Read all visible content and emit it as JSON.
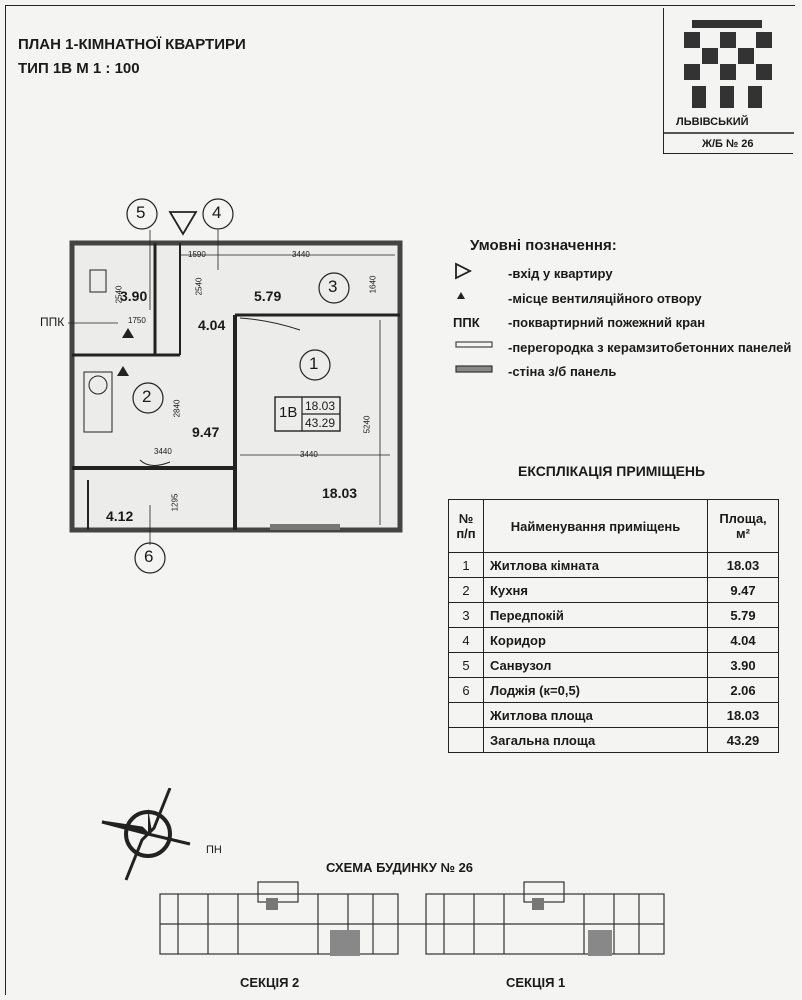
{
  "header": {
    "title": "ПЛАН 1-КІМНАТНОЇ КВАРТИРИ",
    "subtitle": "ТИП 1В   М 1 : 100"
  },
  "stamp": {
    "name": "ЛЬВІВСЬКИЙ",
    "code": "Ж/Б № 26"
  },
  "plan": {
    "axes": [
      "5",
      "4",
      "3",
      "2",
      "1",
      "6"
    ],
    "dims": [
      "1590",
      "3440",
      "2540",
      "2540",
      "1640",
      "1750",
      "2840",
      "5240",
      "3440",
      "3440",
      "1295"
    ],
    "areas": [
      "3.90",
      "5.79",
      "4.04",
      "9.47",
      "18.03",
      "4.12"
    ],
    "ppk_label": "ППК",
    "tag": {
      "type": "1В",
      "living": "18.03",
      "total": "43.29"
    }
  },
  "legend": {
    "title": "Умовні позначення:",
    "items": [
      {
        "symbol": "",
        "text": "-вхід у квартиру"
      },
      {
        "symbol": "",
        "text": "-місце вентиляційного отвору"
      },
      {
        "symbol": "ППК",
        "text": "-поквартирний пожежний кран"
      },
      {
        "symbol": "",
        "text": "-перегородка з керамзитобетонних панелей"
      },
      {
        "symbol": "",
        "text": "-стіна з/б панель"
      }
    ]
  },
  "explication": {
    "title": "ЕКСПЛІКАЦІЯ ПРИМІЩЕНЬ",
    "headers": {
      "no": "№ п/п",
      "name": "Найменування приміщень",
      "area": "Площа, м²"
    },
    "rows": [
      {
        "no": "1",
        "name": "Житлова кімната",
        "area": "18.03"
      },
      {
        "no": "2",
        "name": "Кухня",
        "area": "9.47"
      },
      {
        "no": "3",
        "name": "Передпокій",
        "area": "5.79"
      },
      {
        "no": "4",
        "name": "Коридор",
        "area": "4.04"
      },
      {
        "no": "5",
        "name": "Санвузол",
        "area": "3.90"
      },
      {
        "no": "6",
        "name": "Лоджія (к=0,5)",
        "area": "2.06"
      }
    ],
    "living": {
      "name": "Житлова площа",
      "area": "18.03"
    },
    "total": {
      "name": "Загальна площа",
      "area": "43.29"
    }
  },
  "compass": {
    "label": "ПН"
  },
  "scheme": {
    "title": "СХЕМА БУДИНКУ № 26",
    "sections": [
      "СЕКЦІЯ 2",
      "СЕКЦІЯ 1"
    ]
  }
}
